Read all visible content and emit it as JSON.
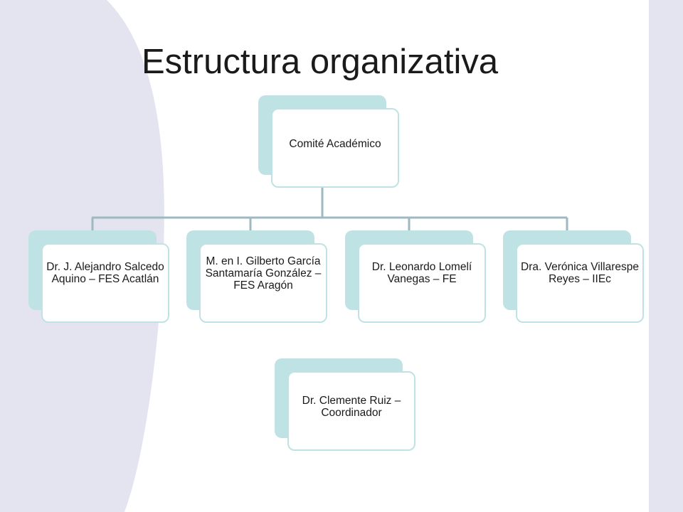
{
  "title": "Estructura organizativa",
  "nodes": {
    "root": "Comité Académico",
    "child1": "Dr. J. Alejandro Salcedo Aquino – FES Acatlán",
    "child2": "M. en I. Gilberto García Santamaría González – FES Aragón",
    "child3": "Dr. Leonardo Lomelí Vanegas – FE",
    "child4": "Dra. Verónica Villarespe Reyes – IIEc",
    "coordinator": "Dr. Clemente Ruiz – Coordinador"
  },
  "colors": {
    "accent_fill": "#bfe3e4",
    "connector": "#9eb9c2",
    "left_shape": "#e3e4ef",
    "right_band": "#e3e4ef"
  }
}
